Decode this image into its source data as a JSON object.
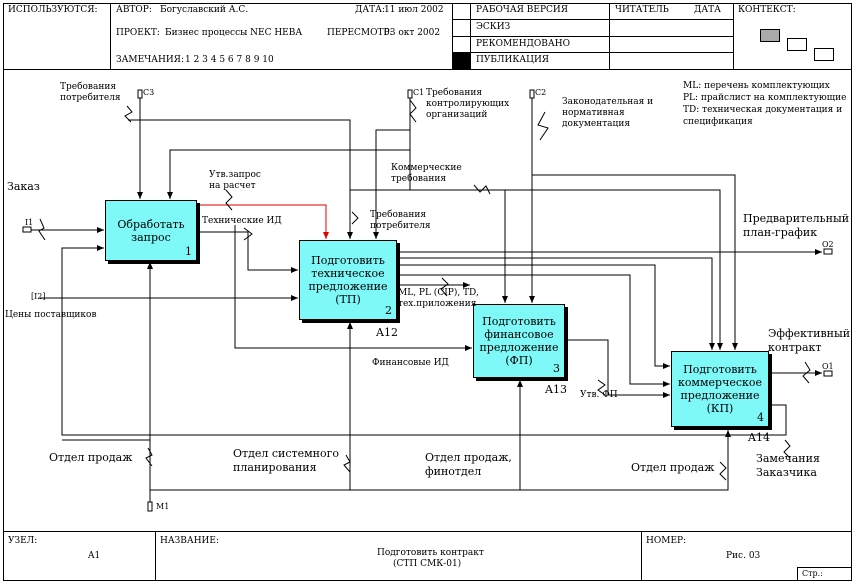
{
  "header": {
    "used_label": "ИСПОЛЬЗУЮТСЯ:",
    "author_label": "АВТОР:",
    "author": "Богуславский А.С.",
    "date_label": "ДАТА:",
    "date": "11 июл 2002",
    "project_label": "ПРОЕКТ:",
    "project": "Бизнес процессы NEC НЕВА",
    "revision_label": "ПЕРЕСМОТР:",
    "revision": "03 окт 2002",
    "notes_label": "ЗАМЕЧАНИЯ:",
    "notes": "1  2  3  4  5  6  7  8  9  10",
    "status": [
      "РАБОЧАЯ ВЕРСИЯ",
      "ЭСКИЗ",
      "РЕКОМЕНДОВАНО",
      "ПУБЛИКАЦИЯ"
    ],
    "reader_label": "ЧИТАТЕЛЬ",
    "reader_date_label": "ДАТА",
    "context_label": "КОНТЕКСТ:"
  },
  "footer": {
    "node_label": "УЗЕЛ:",
    "node": "A1",
    "title_label": "НАЗВАНИЕ:",
    "title_line1": "Подготовить контракт",
    "title_line2": "(СТП СМК-01)",
    "number_label": "НОМЕР:",
    "number": "Рис. 03",
    "page_label": "Стр.:"
  },
  "legend": [
    "ML: перечень комплектующих",
    "PL: прайслист на комплектующие",
    "TD: техническая документация и",
    "спецификация"
  ],
  "boxes": [
    {
      "name": "Обработать\nзапрос",
      "num": "1",
      "ref": ""
    },
    {
      "name": "Подготовить\nтехническое\nпредложение\n(ТП)",
      "num": "2",
      "ref": "A12"
    },
    {
      "name": "Подготовить\nфинансовое\nпредложение\n(ФП)",
      "num": "3",
      "ref": "A13"
    },
    {
      "name": "Подготовить\nкоммерческое\nпредложение\n(КП)",
      "num": "4",
      "ref": "A14"
    }
  ],
  "tunnels": {
    "c3": "C3",
    "c1": "C1",
    "c2": "C2",
    "i1": "I1",
    "i2": "[I2]",
    "o2": "O2",
    "o1": "O1",
    "m1": "M1"
  },
  "labels": {
    "consumer_req": "Требования\nпотребителя",
    "control_req": "Требования\nконтролирующих\nорганизаций",
    "law_docs": "Законодательная и\nнормативная\nдокументация",
    "order": "Заказ",
    "approved_request": "Утв.запрос\nна расчет",
    "tech_id": "Технические ИД",
    "consumer_req2": "Требования\nпотребителя",
    "commercial_req": "Коммерческие\nтребования",
    "supplier_prices": "Цены поставщиков",
    "ml_pl": "ML, PL (CIP), TD,\nтех.приложения",
    "fin_id": "Финансовые ИД",
    "approved_fp": "Утв. ФП",
    "prelim_plan": "Предварительный\nплан-график",
    "effective_contract": "Эффективный\nконтракт",
    "sales_dept1": "Отдел продаж",
    "sys_planning": "Отдел системного\nпланирования",
    "sales_fin": "Отдел продаж,\nфинотдел",
    "sales_dept2": "Отдел продаж",
    "customer_notes": "Замечания\nЗаказчика"
  }
}
